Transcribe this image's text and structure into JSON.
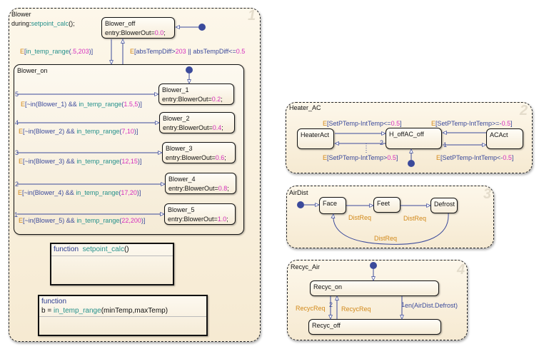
{
  "blower": {
    "title": "Blower",
    "number": "1",
    "during_prefix": "during:",
    "during_fn": "setpoint_calc",
    "during_suffix": "();",
    "blower_off": {
      "name": "Blower_off",
      "entry_prefix": "entry:BlowerOut=",
      "entry_value": "0.0",
      "entry_suffix": ";"
    },
    "to_on": {
      "event": "E",
      "open": "[",
      "fn": "in_temp_range",
      "args_open": "(",
      "args": ".5,203",
      "args_close": ")]"
    },
    "to_off": {
      "event": "E",
      "cond_a": "[absTempDiff>",
      "val_a": "203",
      "cond_b": " || absTempDiff<=",
      "val_b": "0.5"
    },
    "blower_on": {
      "name": "Blower_on",
      "states": [
        {
          "name": "Blower_1",
          "entry_prefix": "entry:BlowerOut=",
          "entry_value": "0.2",
          "entry_suffix": ";",
          "priority": "5",
          "event": "E",
          "cond_prefix": "[~in(Blower_1) && ",
          "fn": "in_temp_range",
          "args": "1.5,5",
          "close": ")]"
        },
        {
          "name": "Blower_2",
          "entry_prefix": "entry:BlowerOut=",
          "entry_value": "0.4",
          "entry_suffix": ";",
          "priority": "4",
          "event": "E",
          "cond_prefix": "[~in(Blower_2) && ",
          "fn": "in_temp_range",
          "args": "7,10",
          "close": ")]"
        },
        {
          "name": "Blower_3",
          "entry_prefix": "entry:BlowerOut=",
          "entry_value": "0.6",
          "entry_suffix": ";",
          "priority": "3",
          "event": "E",
          "cond_prefix": "[~in(Blower_3) && ",
          "fn": "in_temp_range",
          "args": "12,15",
          "close": ")]"
        },
        {
          "name": "Blower_4",
          "entry_prefix": "entry:BlowerOut=",
          "entry_value": "0.8",
          "entry_suffix": ";",
          "priority": "2",
          "event": "E",
          "cond_prefix": "[~in(Blower_4) && ",
          "fn": "in_temp_range",
          "args": "17,20",
          "close": ")]"
        },
        {
          "name": "Blower_5",
          "entry_prefix": "entry:BlowerOut=",
          "entry_value": "1.0",
          "entry_suffix": ";",
          "priority": "1",
          "event": "E",
          "cond_prefix": "[~in(Blower_5) && ",
          "fn": "in_temp_range",
          "args": "22,200",
          "close": ")]"
        }
      ]
    },
    "func1": {
      "keyword": "function",
      "name": "setpoint_calc",
      "suffix": "()"
    },
    "func2": {
      "keyword": "function",
      "lhs": "b = ",
      "name": "in_temp_range",
      "args": "(minTemp,maxTemp)"
    }
  },
  "heater_ac": {
    "title": "Heater_AC",
    "number": "2",
    "states": {
      "heater": "HeaterAct",
      "off": "H_offAC_off",
      "ac": "ACAct"
    },
    "t_heater_off": {
      "event": "E",
      "cond": "[SetPTemp-IntTemp<=",
      "val": "0.5",
      "close": "]"
    },
    "t_ac_off": {
      "event": "E",
      "cond": "[SetPTemp-IntTemp>=-",
      "val": "0.5",
      "close": "]"
    },
    "t_off_heater": {
      "event": "E",
      "cond": "[SetPTemp-IntTemp>",
      "val": "0.5",
      "close": "]",
      "priority": "2"
    },
    "t_off_ac": {
      "event": "E",
      "cond": "[SetPTemp-IntTemp<-",
      "val": "0.5",
      "close": "]",
      "priority": "1"
    }
  },
  "airdist": {
    "title": "AirDist",
    "number": "3",
    "states": {
      "face": "Face",
      "feet": "Feet",
      "defrost": "Defrost"
    },
    "t_face_feet": "DistReq",
    "t_feet_defrost": "DistReq",
    "t_defrost_face": "DistReq"
  },
  "recyc_air": {
    "title": "Recyc_Air",
    "number": "4",
    "states": {
      "on": "Recyc_on",
      "off": "Recyc_off"
    },
    "t_on_off_2": {
      "label": "RecycReq",
      "priority": "2"
    },
    "t_off_on": {
      "label": "RecycReq"
    },
    "t_on_off_1": {
      "label_kw": "en",
      "label_rest": "(AirDist.Defrost)",
      "priority": "1"
    }
  },
  "colors": {
    "transition": "#3b4a9b",
    "event": "#d2891a",
    "function": "#24908a",
    "number": "#d52fbe",
    "default_dot": "#3b4a9b"
  }
}
